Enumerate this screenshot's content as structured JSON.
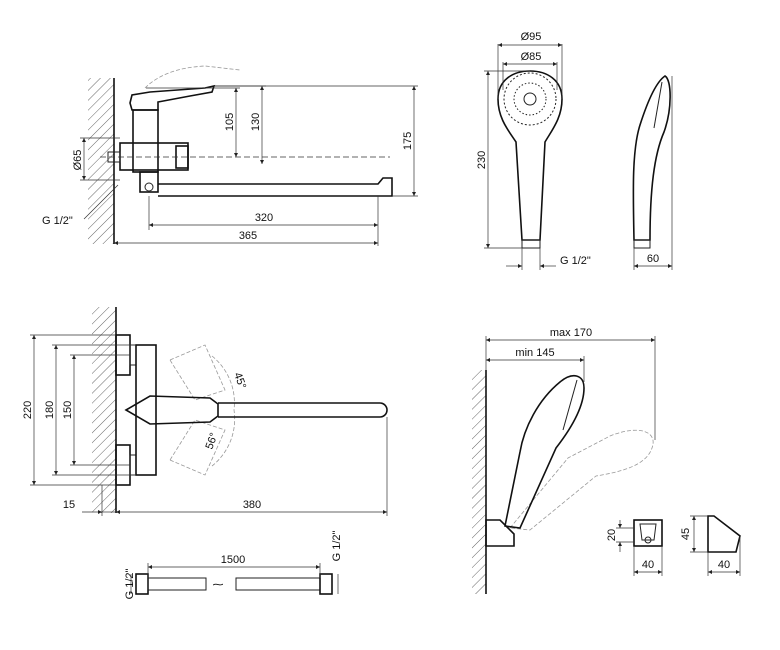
{
  "faucet_side_view": {
    "dim_105": "105",
    "dim_130": "130",
    "dim_175": "175",
    "dim_diam65": "Ø65",
    "dim_320": "320",
    "dim_365": "365",
    "thread_label": "G 1/2\""
  },
  "hand_shower": {
    "dim_diam95": "Ø95",
    "dim_diam85": "Ø85",
    "dim_230": "230",
    "dim_60": "60",
    "thread_label": "G 1/2\""
  },
  "faucet_top_view": {
    "dim_220": "220",
    "dim_180": "180",
    "dim_150": "150",
    "dim_15": "15",
    "dim_380": "380",
    "angle_45": "45°",
    "angle_56": "56°"
  },
  "hose": {
    "length_label": "1500",
    "thread_left": "G 1/2\"",
    "thread_right": "G 1/2\""
  },
  "shower_mounted": {
    "dim_max": "max 170",
    "dim_min": "min 145"
  },
  "holder": {
    "dim_20": "20",
    "dim_40_front": "40",
    "dim_45": "45",
    "dim_40_side": "40"
  }
}
